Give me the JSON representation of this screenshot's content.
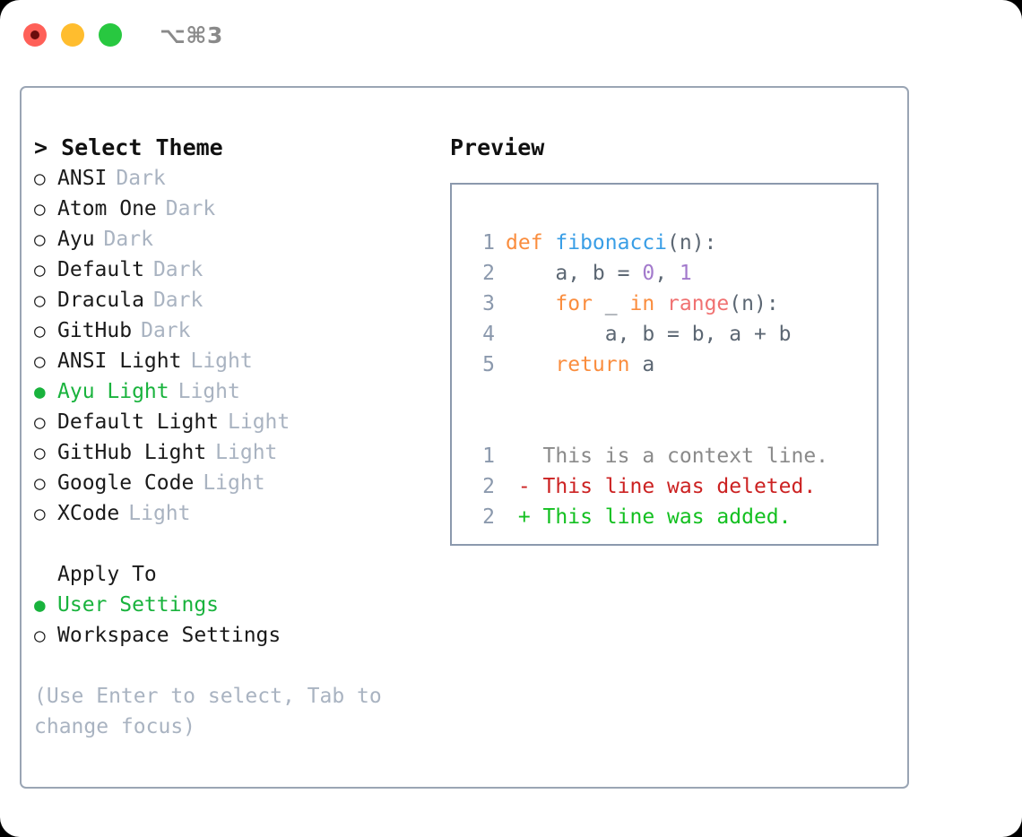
{
  "titlebar": {
    "shortcut": "⌥⌘3",
    "lights": [
      "close-red",
      "minimize-yellow",
      "maximize-green"
    ]
  },
  "theme_picker": {
    "header": "> Select Theme",
    "marker_selected": "●",
    "marker_unselected": "○",
    "options": [
      {
        "label": "ANSI",
        "kind": "Dark",
        "selected": false
      },
      {
        "label": "Atom One",
        "kind": "Dark",
        "selected": false
      },
      {
        "label": "Ayu",
        "kind": "Dark",
        "selected": false
      },
      {
        "label": "Default",
        "kind": "Dark",
        "selected": false
      },
      {
        "label": "Dracula",
        "kind": "Dark",
        "selected": false
      },
      {
        "label": "GitHub",
        "kind": "Dark",
        "selected": false
      },
      {
        "label": "ANSI Light",
        "kind": "Light",
        "selected": false
      },
      {
        "label": "Ayu Light",
        "kind": "Light",
        "selected": true
      },
      {
        "label": "Default Light",
        "kind": "Light",
        "selected": false
      },
      {
        "label": "GitHub Light",
        "kind": "Light",
        "selected": false
      },
      {
        "label": "Google Code",
        "kind": "Light",
        "selected": false
      },
      {
        "label": "XCode",
        "kind": "Light",
        "selected": false
      }
    ]
  },
  "apply_to": {
    "header": "Apply To",
    "options": [
      {
        "label": "User Settings",
        "selected": true
      },
      {
        "label": "Workspace Settings",
        "selected": false
      }
    ]
  },
  "hint": "(Use Enter to select, Tab to change focus)",
  "preview": {
    "header": "Preview",
    "code_lines": [
      {
        "num": "1",
        "tokens": [
          {
            "t": "def ",
            "c": "kw"
          },
          {
            "t": "fibonacci",
            "c": "fn"
          },
          {
            "t": "(n):",
            "c": "punc"
          }
        ]
      },
      {
        "num": "2",
        "tokens": [
          {
            "t": "    a, b = ",
            "c": "id"
          },
          {
            "t": "0",
            "c": "num"
          },
          {
            "t": ", ",
            "c": "id"
          },
          {
            "t": "1",
            "c": "num"
          }
        ]
      },
      {
        "num": "3",
        "tokens": [
          {
            "t": "    ",
            "c": "id"
          },
          {
            "t": "for",
            "c": "kw"
          },
          {
            "t": " _ ",
            "c": "id"
          },
          {
            "t": "in",
            "c": "kw"
          },
          {
            "t": " ",
            "c": "id"
          },
          {
            "t": "range",
            "c": "bi"
          },
          {
            "t": "(n):",
            "c": "punc"
          }
        ]
      },
      {
        "num": "4",
        "tokens": [
          {
            "t": "        a, b = b, a + b",
            "c": "id"
          }
        ]
      },
      {
        "num": "5",
        "tokens": [
          {
            "t": "    ",
            "c": "id"
          },
          {
            "t": "return",
            "c": "kw"
          },
          {
            "t": " a",
            "c": "id"
          }
        ]
      }
    ],
    "diff_lines": [
      {
        "num": "1",
        "marker": " ",
        "text": "This is a context line.",
        "kind": "ctx"
      },
      {
        "num": "2",
        "marker": "-",
        "text": "This line was deleted.",
        "kind": "del"
      },
      {
        "num": "2",
        "marker": "+",
        "text": "This line was added.",
        "kind": "add"
      }
    ]
  },
  "colors": {
    "accent_green": "#19b33d",
    "muted": "#a9b3c1",
    "border": "#8b99ad",
    "kw_orange": "#fa8d3e",
    "fn_blue": "#399ee6",
    "builtin_red": "#f07171",
    "number_purple": "#a37acc",
    "diff_del": "#cc2222",
    "diff_add": "#13c020"
  }
}
